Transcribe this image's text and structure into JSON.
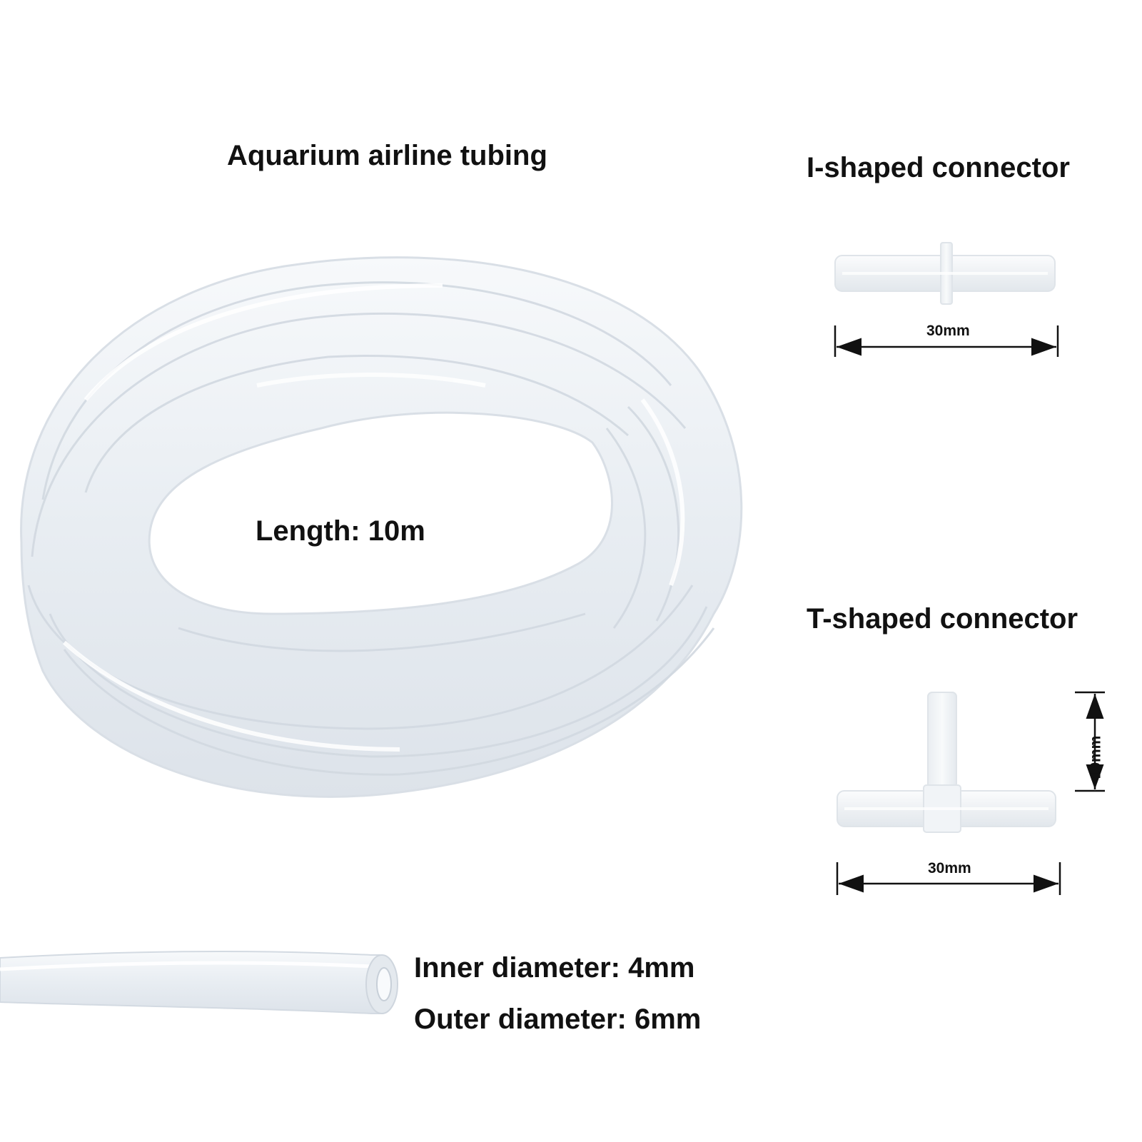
{
  "product": {
    "tubing_title": "Aquarium airline tubing",
    "length_label": "Length: 10m",
    "inner_diameter_label": "Inner diameter: 4mm",
    "outer_diameter_label": "Outer diameter: 6mm"
  },
  "connectors": {
    "i_shaped": {
      "title": "I-shaped connector",
      "width_label": "30mm"
    },
    "t_shaped": {
      "title": "T-shaped connector",
      "width_label": "30mm",
      "height_label": "19mm"
    }
  },
  "colors": {
    "background": "#ffffff",
    "text": "#111111",
    "tube": "#eef2f6",
    "tube_edge": "#d3dae2",
    "connector": "#f3f5f7",
    "dimension_line": "#111111"
  },
  "icons": [
    "tubing-coil-image",
    "tube-cross-section-image",
    "i-connector-image",
    "t-connector-image"
  ]
}
